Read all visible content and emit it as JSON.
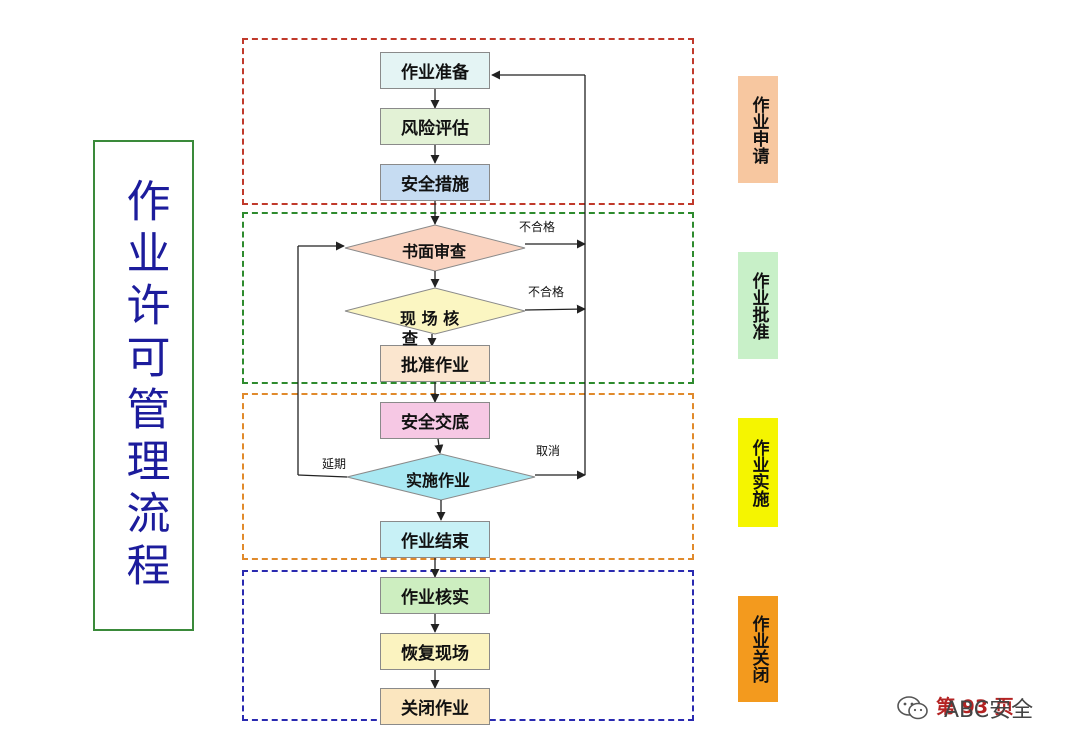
{
  "title": "作业许可管理流程",
  "phases": {
    "apply": "作业申请",
    "approve": "作业批准",
    "implement": "作业实施",
    "close": "作业关闭"
  },
  "colors": {
    "apply_border": "#c0392b",
    "approve_border": "#2e8b2e",
    "implement_border": "#e08a2c",
    "close_border": "#2a2ab0",
    "apply_label": "#f7c7a0",
    "approve_label": "#c8f0c8",
    "implement_label": "#f5f500",
    "close_label": "#f39a1e"
  },
  "steps": {
    "prep": "作业准备",
    "risk": "风险评估",
    "safety": "安全措施",
    "review": "书面审查",
    "site_check": "现 场 核",
    "site_check_2": "查",
    "approve_work": "批准作业",
    "briefing": "安全交底",
    "execute": "实施作业",
    "end": "作业结束",
    "verify": "作业核实",
    "restore": "恢复现场",
    "close_work": "关闭作业"
  },
  "edge_labels": {
    "fail_1": "不合格",
    "fail_2": "不合格",
    "cancel": "取消",
    "extend": "延期"
  },
  "watermark": {
    "brand": "ABC安全",
    "page": "第 93 页",
    "icon": "wechat-icon"
  }
}
